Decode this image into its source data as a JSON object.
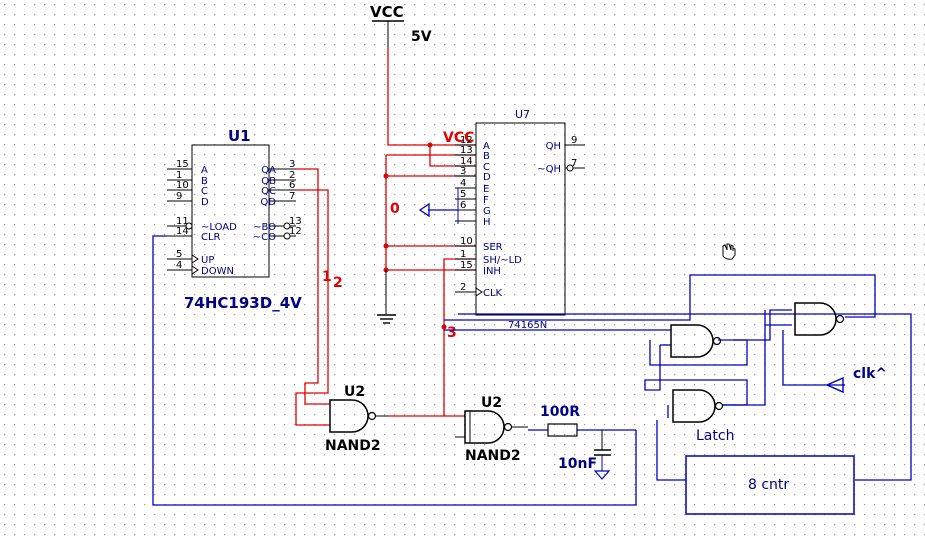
{
  "schematic": {
    "vcc_label": "VCC",
    "vcc_value": "5V",
    "u1": {
      "ref": "U1",
      "part": "74HC193D_4V",
      "left_pins": [
        {
          "num": "15",
          "name": "A"
        },
        {
          "num": "1",
          "name": "B"
        },
        {
          "num": "10",
          "name": "C"
        },
        {
          "num": "9",
          "name": "D"
        },
        {
          "num": "11",
          "name": "~LOAD"
        },
        {
          "num": "14",
          "name": "CLR"
        },
        {
          "num": "5",
          "name": "UP"
        },
        {
          "num": "4",
          "name": "DOWN"
        }
      ],
      "right_pins": [
        {
          "num": "3",
          "name": "QA"
        },
        {
          "num": "2",
          "name": "QB"
        },
        {
          "num": "6",
          "name": "QC"
        },
        {
          "num": "7",
          "name": "QD"
        },
        {
          "num": "13",
          "name": "~BO"
        },
        {
          "num": "12",
          "name": "~CO"
        }
      ]
    },
    "u7": {
      "ref": "U7",
      "part": "74165N",
      "vcc_label": "VCC",
      "left_pins": [
        {
          "num": "12",
          "name": "A"
        },
        {
          "num": "13",
          "name": "B"
        },
        {
          "num": "14",
          "name": "C"
        },
        {
          "num": "3",
          "name": "D"
        },
        {
          "num": "4",
          "name": "E"
        },
        {
          "num": "5",
          "name": "F"
        },
        {
          "num": "6",
          "name": "G"
        },
        {
          "num": "",
          "name": "H"
        },
        {
          "num": "10",
          "name": "SER"
        },
        {
          "num": "1",
          "name": "SH/~LD"
        },
        {
          "num": "15",
          "name": "INH"
        },
        {
          "num": "2",
          "name": "CLK"
        }
      ],
      "right_pins": [
        {
          "num": "9",
          "name": "QH"
        },
        {
          "num": "7",
          "name": "~QH"
        }
      ]
    },
    "gate1": {
      "ref": "U2",
      "type": "NAND2"
    },
    "gate2": {
      "ref": "U2",
      "type": "NAND2"
    },
    "resistor": "100R",
    "capacitor": "10nF",
    "net_labels": {
      "n0": "0",
      "n1": "1",
      "n2": "2",
      "n3": "3"
    },
    "clk_label": "clk^",
    "latch_label": "Latch",
    "counter_label": "8 cntr"
  }
}
